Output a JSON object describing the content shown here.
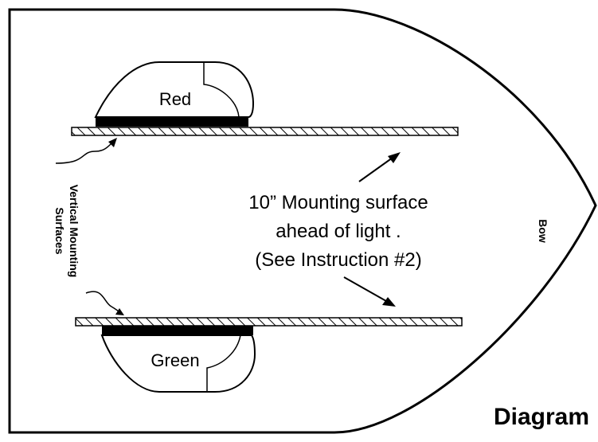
{
  "labels": {
    "red": "Red",
    "green": "Green",
    "mounting_line1": "10” Mounting surface",
    "mounting_line2": "ahead of light .",
    "mounting_line3": "(See Instruction #2)",
    "vertical_line1": "Vertical Mounting",
    "vertical_line2": "Surfaces",
    "bow": "Bow",
    "diagram": "Diagram"
  },
  "icons": {
    "red_light": "navigation-light-icon",
    "green_light": "navigation-light-icon"
  },
  "colors": {
    "ink": "#000000",
    "background": "#ffffff"
  }
}
